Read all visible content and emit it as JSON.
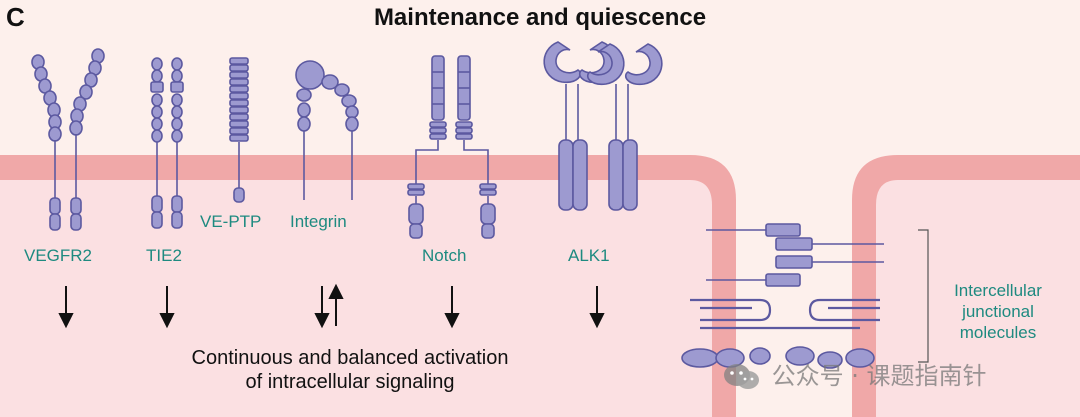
{
  "figure": {
    "panel_letter": "C",
    "title": "Maintenance and quiescence"
  },
  "receptors": [
    {
      "id": "vegfr2",
      "label": "VEGFR2",
      "arrow": "down"
    },
    {
      "id": "tie2",
      "label": "TIE2",
      "arrow": "down"
    },
    {
      "id": "veptp",
      "label": "VE-PTP",
      "arrow": "none"
    },
    {
      "id": "integrin",
      "label": "Integrin",
      "arrow": "both"
    },
    {
      "id": "notch",
      "label": "Notch",
      "arrow": "down"
    },
    {
      "id": "alk1",
      "label": "ALK1",
      "arrow": "down"
    }
  ],
  "caption": {
    "line1": "Continuous and balanced activation",
    "line2": "of intracellular signaling"
  },
  "junction": {
    "line1": "Intercellular",
    "line2": "junctional",
    "line3": "molecules"
  },
  "watermark": {
    "text": "公众号 · 课题指南针"
  },
  "colors": {
    "membrane": "#f0a8a8",
    "cytoplasm": "#fbe0e2",
    "extracellular": "#fdf0ec",
    "protein_fill": "#9d9ad0",
    "protein_stroke": "#5c59a0",
    "label_teal": "#1e8a80"
  }
}
